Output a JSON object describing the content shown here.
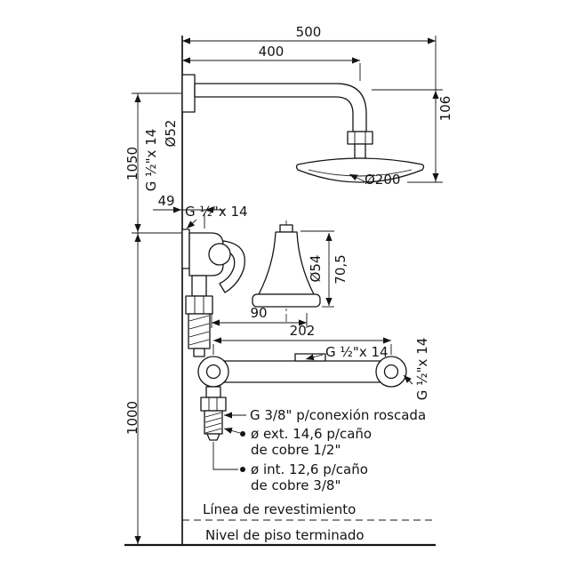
{
  "colors": {
    "line": "#141414",
    "background": "#ffffff"
  },
  "dimensions": {
    "overall_reach": "500",
    "arm_reach": "400",
    "head_drop": "106",
    "upper_height": "1050",
    "lower_height": "1000",
    "valve_offset": "49",
    "spout_reach": "90",
    "inlet_span": "202",
    "escutcheon_height": "70,5",
    "flange_diameter": "Ø52",
    "head_diameter": "Ø200",
    "escutcheon_diameter": "Ø54"
  },
  "threads": {
    "arm_wall": "G ½\"x 14",
    "valve_inlet": "G ½\"x 14",
    "bracket_center": "G ½\"x 14",
    "bracket_right": "G ½\"x 14"
  },
  "notes": {
    "threaded_connection": "G 3/8\" p/conexión roscada",
    "outer_pipe_line1": "ø ext. 14,6 p/caño",
    "outer_pipe_line2": "de cobre 1/2\"",
    "inner_pipe_line1": "ø int. 12,6 p/caño",
    "inner_pipe_line2": "de cobre 3/8\"",
    "finish_line": "Línea de revestimiento",
    "floor_line": "Nivel de piso terminado"
  }
}
